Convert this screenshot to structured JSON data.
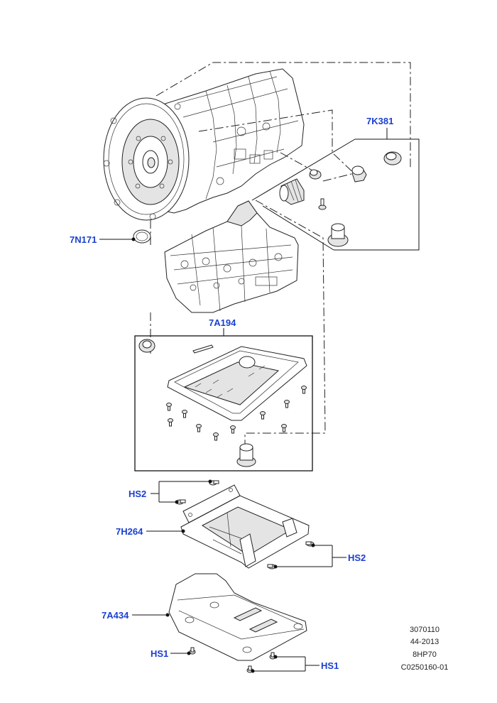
{
  "callouts": {
    "7K381": "7K381",
    "7N171": "7N171",
    "7A194": "7A194",
    "HS2_top": "HS2",
    "7H264": "7H264",
    "HS2_right": "HS2",
    "7A434": "7A434",
    "HS1_left": "HS1",
    "HS1_right": "HS1"
  },
  "reference_block": {
    "line1": "3070110",
    "line2": "44-2013",
    "line3": "8HP70",
    "line4": "C0250160-01"
  },
  "colors": {
    "callout": "#1a3fd1",
    "line": "#222222",
    "background": "#ffffff"
  }
}
